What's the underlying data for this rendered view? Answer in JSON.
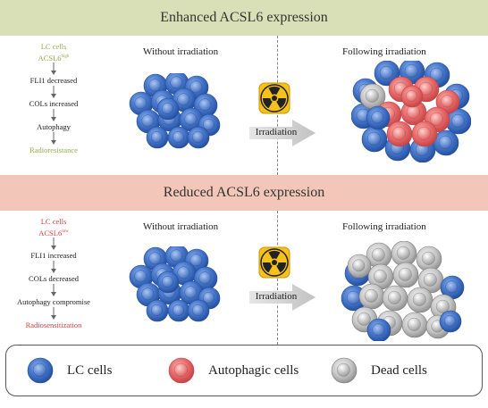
{
  "top_panel": {
    "banner": "Enhanced ACSL6 expression",
    "flow": {
      "cells_line1": "LC cells",
      "cells_line2": "ACSL6",
      "cells_sup": "high",
      "steps": [
        "FLI1 decreased",
        "COLs increased",
        "Autophagy"
      ],
      "outcome": "Radioresistance"
    },
    "left_heading": "Without irradiation",
    "right_heading": "Following irradiation",
    "arrow_label": "Irradiation"
  },
  "bottom_panel": {
    "banner": "Reduced ACSL6 expression",
    "flow": {
      "cells_line1": "LC cells",
      "cells_line2": "ACSL6",
      "cells_sup": "low",
      "steps": [
        "FLI1 increased",
        "COLs decreased",
        "Autophagy compromise"
      ],
      "outcome": "Radiosensitization"
    },
    "left_heading": "Without irradiation",
    "right_heading": "Following irradiation",
    "arrow_label": "Irradiation"
  },
  "legend": {
    "lc_cells": "LC cells",
    "autophagic_cells": "Autophagic cells",
    "dead_cells": "Dead cells"
  },
  "colors": {
    "lc_cell": "#3f6fc4",
    "autophagic_cell": "#e66a6a",
    "dead_cell": "#b8b8b8",
    "top_banner": "#d9e0b8",
    "bottom_banner": "#f2c6b8",
    "hazard_yellow": "#f5c11a"
  }
}
